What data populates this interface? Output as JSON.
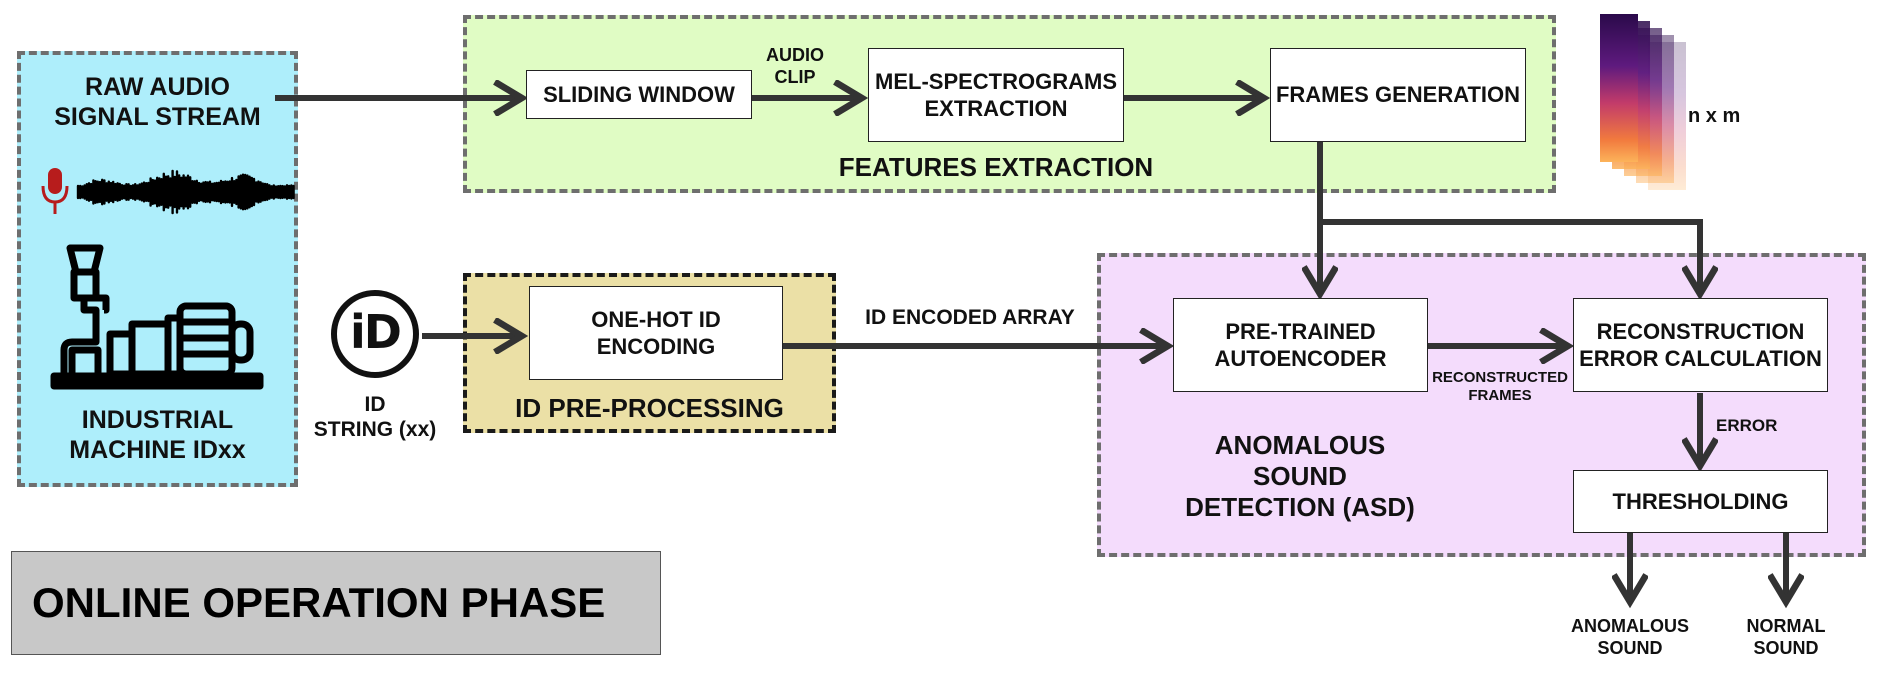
{
  "colors": {
    "input_panel": "#aeeefb",
    "features_panel": "#e0fcc4",
    "id_panel": "#ebe0a6",
    "asd_panel": "#f4dcfc",
    "phase_banner": "#c8c8c8",
    "arrow": "#333333",
    "mic": "#b71c1c"
  },
  "icons": {
    "microphone": "microphone-icon",
    "waveform": "waveform-icon",
    "machine": "industrial-machine-icon",
    "id": "id-icon",
    "spectrogram": "spectrogram-stack-icon"
  },
  "input": {
    "raw_audio_label": "RAW AUDIO\nSIGNAL STREAM",
    "machine_label": "INDUSTRIAL\nMACHINE IDxx"
  },
  "id_string": {
    "label": "ID\nSTRING (xx)",
    "icon_text": "iD"
  },
  "features": {
    "title": "FEATURES EXTRACTION",
    "sliding_window": "SLIDING WINDOW",
    "audio_clip": "AUDIO\nCLIP",
    "mel": "MEL-SPECTROGRAMS\nEXTRACTION",
    "frames": "FRAMES GENERATION",
    "dims": "n x m"
  },
  "id_pre": {
    "title": "ID PRE-PROCESSING",
    "one_hot": "ONE-HOT ID\nENCODING",
    "encoded_array": "ID ENCODED ARRAY"
  },
  "asd": {
    "title": "ANOMALOUS\nSOUND\nDETECTION (ASD)",
    "autoencoder": "PRE-TRAINED\nAUTOENCODER",
    "reconstructed": "RECONSTRUCTED\nFRAMES",
    "recon_error": "RECONSTRUCTION\nERROR CALCULATION",
    "error": "ERROR",
    "thresholding": "THRESHOLDING"
  },
  "outputs": {
    "anomalous": "ANOMALOUS\nSOUND",
    "normal": "NORMAL\nSOUND"
  },
  "phase": "ONLINE OPERATION PHASE"
}
